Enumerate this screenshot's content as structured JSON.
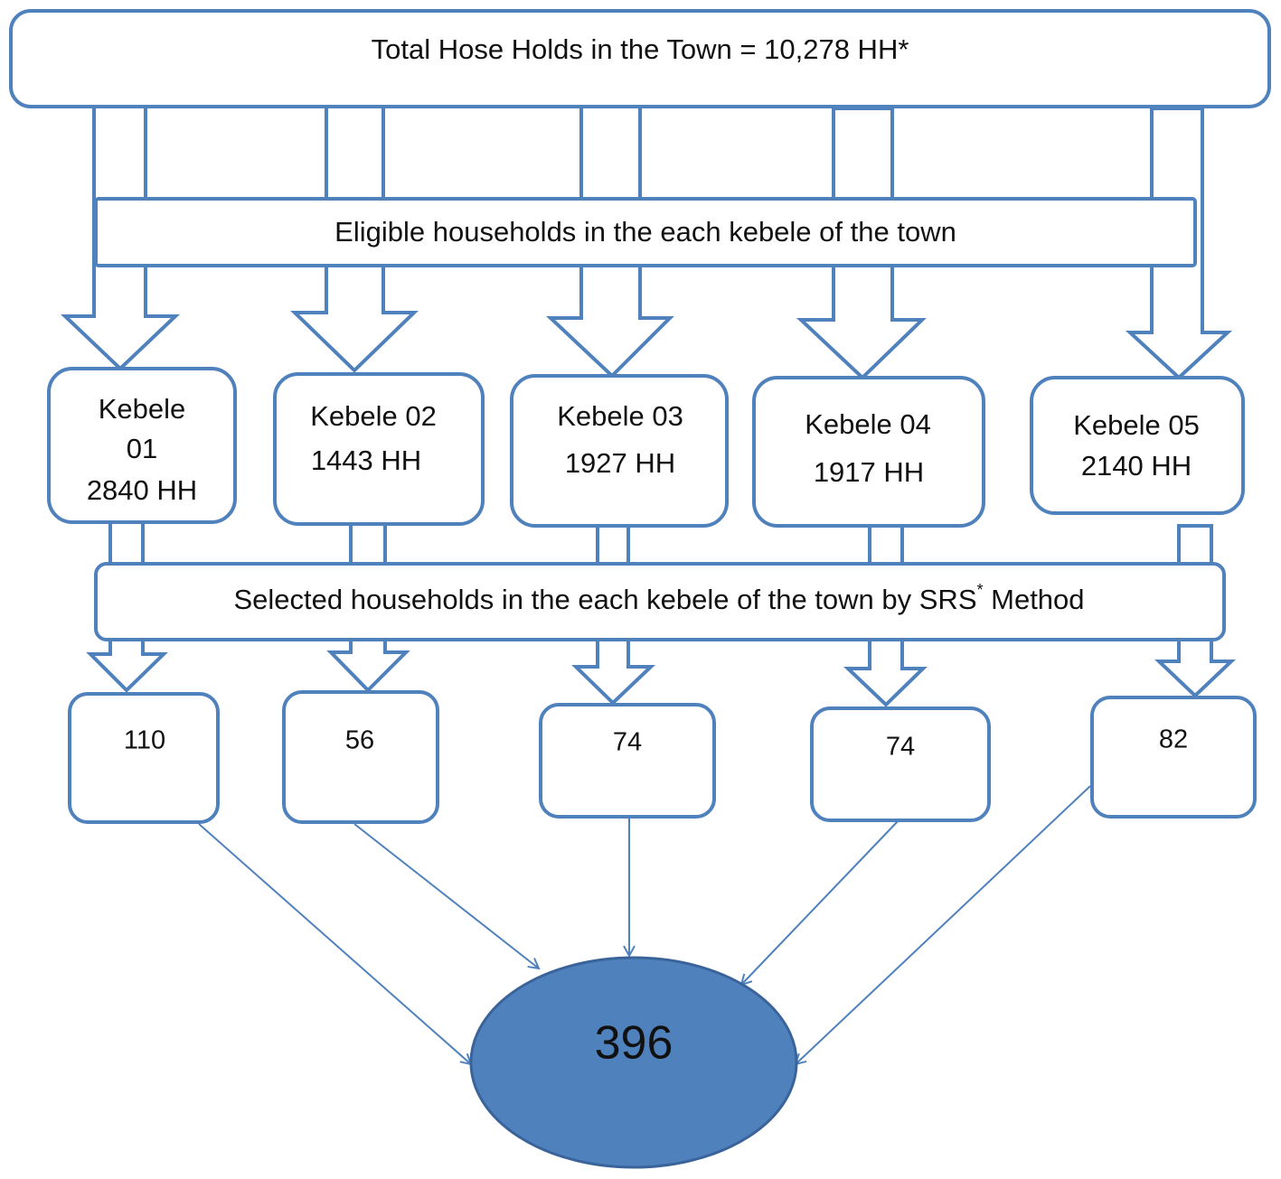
{
  "total": {
    "label": "Total Hose Holds in the Town = 10,278 HH*"
  },
  "eligible": {
    "label": "Eligible households in the each kebele of the town"
  },
  "selected": {
    "label_main": "Selected households in the each kebele of the town by SRS",
    "sup": "*",
    "label_tail": " Method"
  },
  "kebeles": [
    {
      "lines": [
        "Kebele",
        "01",
        "2840 HH"
      ]
    },
    {
      "lines": [
        "Kebele 02",
        "1443 HH"
      ]
    },
    {
      "lines": [
        "Kebele 03",
        "1927 HH"
      ]
    },
    {
      "lines": [
        "Kebele 04",
        "1917 HH"
      ]
    },
    {
      "lines": [
        "Kebele 05",
        "2140 HH"
      ]
    }
  ],
  "samples": [
    "110",
    "56",
    "74",
    "74",
    "82"
  ],
  "result": {
    "value": "396"
  },
  "colors": {
    "stroke": "#4f81bd",
    "ellipse_fill": "#4f81bd",
    "ellipse_stroke": "#3a639a"
  }
}
